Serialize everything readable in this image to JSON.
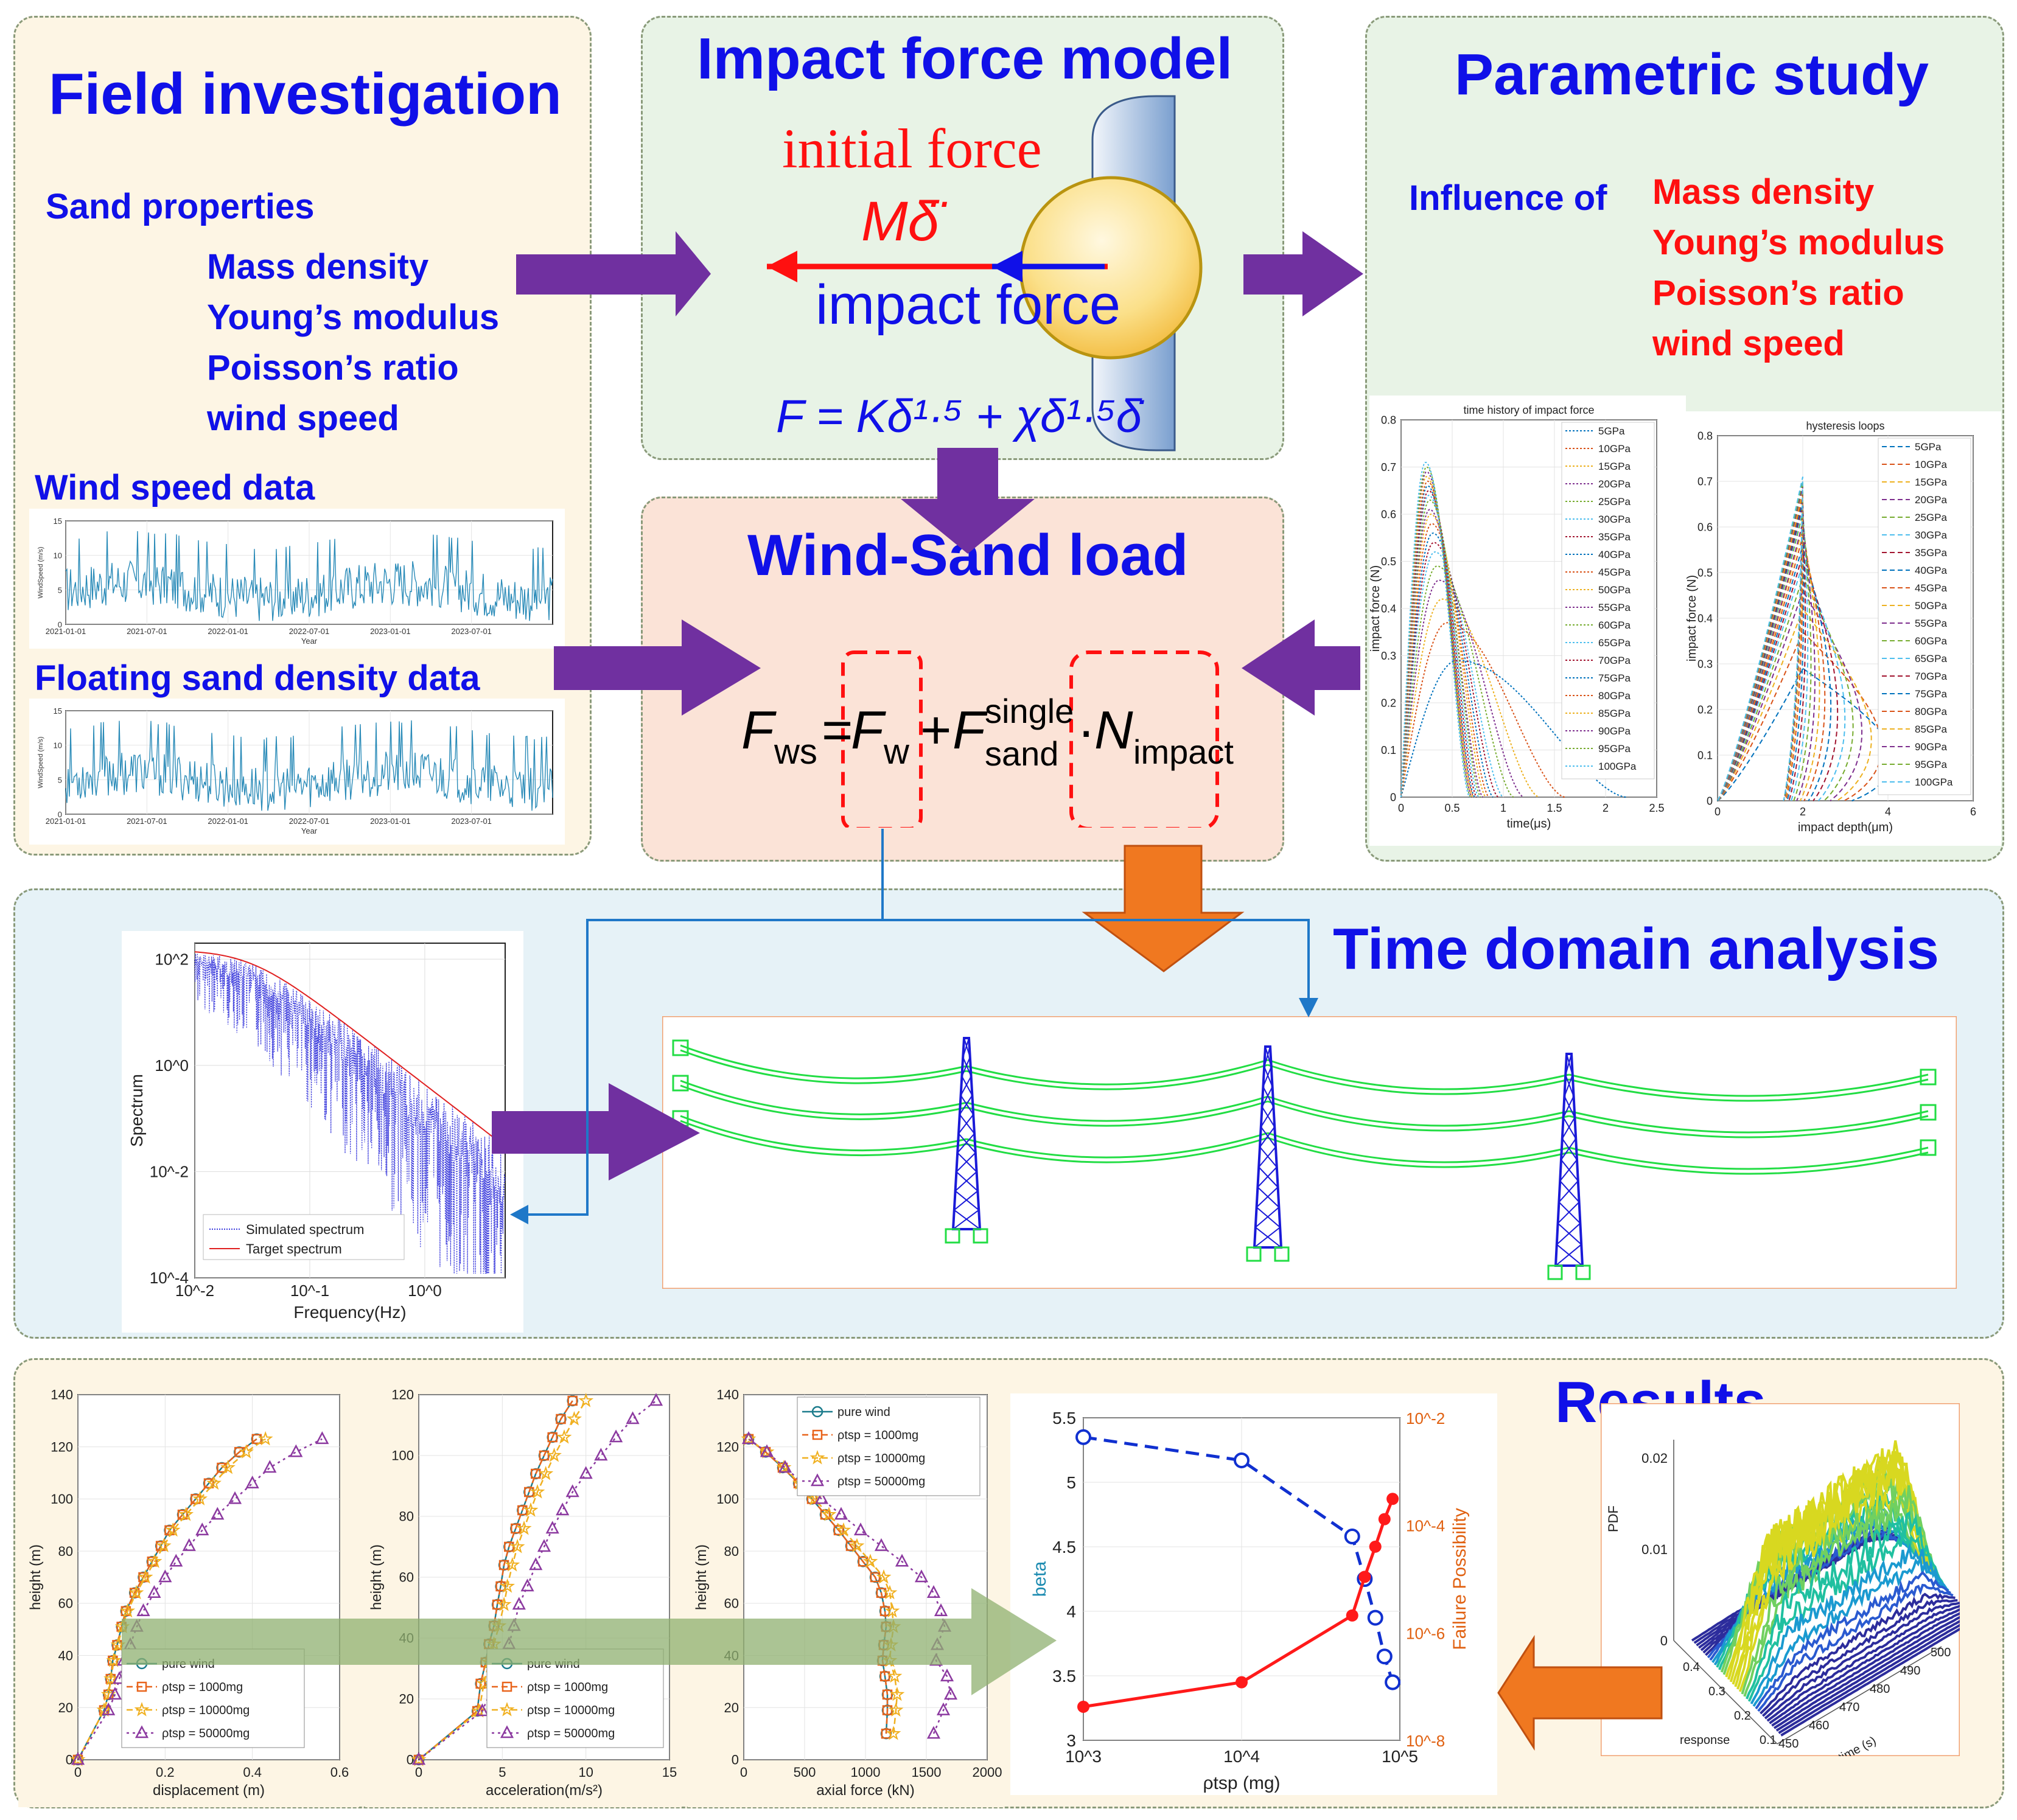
{
  "field": {
    "title": "Field investigation",
    "sand_heading": "Sand properties",
    "properties": [
      "Mass density",
      "Young’s modulus",
      "Poisson’s ratio",
      "wind speed"
    ],
    "wind_heading": "Wind speed data",
    "sand_heading2": "Floating sand density data",
    "mini_ylabel": "WindSpeed (m/s)",
    "mini_xlabel": "Year",
    "mini_yticks": [
      "15",
      "10",
      "5",
      "0"
    ],
    "mini_xticks": [
      "2021-01-01",
      "2021-07-01",
      "2022-01-01",
      "2022-07-01",
      "2023-01-01",
      "2023-07-01"
    ]
  },
  "impact": {
    "title": "Impact force model",
    "initial_force": "initial force",
    "m_delta": "Mδ̈",
    "impact_force": "impact force",
    "equation": "F = Kδ¹·⁵ + χδ¹·⁵δ̇"
  },
  "parametric": {
    "title": "Parametric study",
    "influence_of": "Influence of",
    "params": [
      "Mass density",
      "Young’s modulus",
      "Poisson’s ratio",
      "wind speed"
    ]
  },
  "windsand": {
    "title": "Wind-Sand load",
    "equation": "F_ws = F_w + F_sand^single · N_impact"
  },
  "timedomain": {
    "title": "Time domain analysis"
  },
  "results": {
    "title": "Results"
  },
  "colors": {
    "blue": "#1010e8",
    "red": "#ff1010",
    "purple": "#7030a0",
    "orange": "#f07820",
    "green_arrow": "#8fb070"
  },
  "chart_data": [
    {
      "id": "impact_history",
      "type": "line",
      "title": "time history of impact force",
      "xlabel": "time(μs)",
      "ylabel": "impact force (N)",
      "xlim": [
        0,
        2.5
      ],
      "ylim": [
        0,
        0.8
      ],
      "xticks": [
        "0",
        "0.5",
        "1",
        "1.5",
        "2",
        "2.5"
      ],
      "yticks": [
        "0",
        "0.1",
        "0.2",
        "0.3",
        "0.4",
        "0.5",
        "0.6",
        "0.7",
        "0.8"
      ],
      "legend": [
        "5GPa",
        "10GPa",
        "15GPa",
        "20GPa",
        "25GPa",
        "30GPa",
        "35GPa",
        "40GPa",
        "45GPa",
        "50GPa",
        "55GPa",
        "60GPa",
        "65GPa",
        "70GPa",
        "75GPa",
        "80GPa",
        "85GPa",
        "90GPa",
        "95GPa",
        "100GPa"
      ],
      "series": [
        {
          "name": "5GPa",
          "peak_time": 0.55,
          "peak": 0.29,
          "end": 2.2
        },
        {
          "name": "10GPa",
          "peak_time": 0.45,
          "peak": 0.37,
          "end": 1.6
        },
        {
          "name": "15GPa",
          "peak_time": 0.4,
          "peak": 0.42,
          "end": 1.35
        },
        {
          "name": "20GPa",
          "peak_time": 0.37,
          "peak": 0.46,
          "end": 1.2
        },
        {
          "name": "25GPa",
          "peak_time": 0.35,
          "peak": 0.49,
          "end": 1.1
        },
        {
          "name": "30GPa",
          "peak_time": 0.33,
          "peak": 0.52,
          "end": 1.0
        },
        {
          "name": "35GPa",
          "peak_time": 0.32,
          "peak": 0.54,
          "end": 0.95
        },
        {
          "name": "40GPa",
          "peak_time": 0.31,
          "peak": 0.56,
          "end": 0.9
        },
        {
          "name": "45GPa",
          "peak_time": 0.3,
          "peak": 0.58,
          "end": 0.86
        },
        {
          "name": "50GPa",
          "peak_time": 0.29,
          "peak": 0.6,
          "end": 0.83
        },
        {
          "name": "55GPa",
          "peak_time": 0.28,
          "peak": 0.61,
          "end": 0.8
        },
        {
          "name": "60GPa",
          "peak_time": 0.28,
          "peak": 0.63,
          "end": 0.78
        },
        {
          "name": "65GPa",
          "peak_time": 0.27,
          "peak": 0.64,
          "end": 0.76
        },
        {
          "name": "70GPa",
          "peak_time": 0.27,
          "peak": 0.65,
          "end": 0.74
        },
        {
          "name": "75GPa",
          "peak_time": 0.26,
          "peak": 0.66,
          "end": 0.72
        },
        {
          "name": "80GPa",
          "peak_time": 0.26,
          "peak": 0.67,
          "end": 0.71
        },
        {
          "name": "85GPa",
          "peak_time": 0.25,
          "peak": 0.68,
          "end": 0.7
        },
        {
          "name": "90GPa",
          "peak_time": 0.25,
          "peak": 0.69,
          "end": 0.69
        },
        {
          "name": "95GPa",
          "peak_time": 0.25,
          "peak": 0.7,
          "end": 0.68
        },
        {
          "name": "100GPa",
          "peak_time": 0.24,
          "peak": 0.71,
          "end": 0.67
        }
      ]
    },
    {
      "id": "hysteresis",
      "type": "line",
      "title": "hysteresis loops",
      "xlabel": "impact depth(μm)",
      "ylabel": "impact force (N)",
      "xlim": [
        0,
        6
      ],
      "ylim": [
        0,
        0.8
      ],
      "xticks": [
        "0",
        "2",
        "4",
        "6"
      ],
      "yticks": [
        "0",
        "0.1",
        "0.2",
        "0.3",
        "0.4",
        "0.5",
        "0.6",
        "0.7",
        "0.8"
      ],
      "legend": [
        "5GPa",
        "10GPa",
        "15GPa",
        "20GPa",
        "25GPa",
        "30GPa",
        "35GPa",
        "40GPa",
        "45GPa",
        "50GPa",
        "55GPa",
        "60GPa",
        "65GPa",
        "70GPa",
        "75GPa",
        "80GPa",
        "85GPa",
        "90GPa",
        "95GPa",
        "100GPa"
      ]
    },
    {
      "id": "spectrum",
      "type": "line",
      "xlabel": "Frequency(Hz)",
      "ylabel": "Spectrum",
      "xscale": "log",
      "yscale": "log",
      "xlim": [
        0.01,
        5
      ],
      "ylim": [
        0.0001,
        200
      ],
      "xticks": [
        "10^-2",
        "10^-1",
        "10^0"
      ],
      "yticks": [
        "10^2",
        "10^0",
        "10^-2",
        "10^-4"
      ],
      "legend": [
        "Simulated spectrum",
        "Target spectrum"
      ]
    },
    {
      "id": "displacement",
      "type": "line",
      "xlabel": "displacement (m)",
      "ylabel": "height (m)",
      "xlim": [
        0,
        0.6
      ],
      "ylim": [
        0,
        140
      ],
      "xticks": [
        "0",
        "0.2",
        "0.4",
        "0.6"
      ],
      "yticks": [
        "0",
        "20",
        "40",
        "60",
        "80",
        "100",
        "120",
        "140"
      ],
      "legend": [
        "pure wind",
        "ρtsp = 1000mg",
        "ρtsp = 10000mg",
        "ρtsp = 50000mg"
      ],
      "heights": [
        0,
        19,
        25,
        31,
        38,
        44,
        51,
        57,
        64,
        70,
        76,
        82,
        88,
        94,
        100,
        106,
        112,
        118,
        123
      ],
      "series": [
        {
          "name": "pure wind",
          "values": [
            0,
            0.06,
            0.07,
            0.075,
            0.08,
            0.09,
            0.1,
            0.11,
            0.13,
            0.15,
            0.17,
            0.19,
            0.21,
            0.24,
            0.27,
            0.3,
            0.33,
            0.37,
            0.41
          ]
        },
        {
          "name": "ρtsp = 1000mg",
          "values": [
            0,
            0.06,
            0.07,
            0.075,
            0.08,
            0.09,
            0.1,
            0.11,
            0.13,
            0.15,
            0.17,
            0.19,
            0.21,
            0.24,
            0.27,
            0.3,
            0.33,
            0.37,
            0.41
          ]
        },
        {
          "name": "ρtsp = 10000mg",
          "values": [
            0,
            0.06,
            0.07,
            0.076,
            0.082,
            0.092,
            0.102,
            0.114,
            0.134,
            0.155,
            0.176,
            0.197,
            0.218,
            0.248,
            0.28,
            0.312,
            0.344,
            0.386,
            0.43
          ]
        },
        {
          "name": "ρtsp = 50000mg",
          "values": [
            0,
            0.07,
            0.085,
            0.095,
            0.105,
            0.12,
            0.135,
            0.15,
            0.175,
            0.2,
            0.225,
            0.255,
            0.285,
            0.32,
            0.36,
            0.4,
            0.44,
            0.5,
            0.56
          ]
        }
      ]
    },
    {
      "id": "acceleration",
      "type": "line",
      "xlabel": "acceleration(m/s²)",
      "ylabel": "height (m)",
      "xlim": [
        0,
        15
      ],
      "ylim": [
        0,
        120
      ],
      "xticks": [
        "0",
        "5",
        "10",
        "15"
      ],
      "yticks": [
        "0",
        "20",
        "40",
        "60",
        "80",
        "100",
        "120"
      ],
      "legend": [
        "pure wind",
        "ρtsp = 1000mg",
        "ρtsp = 10000mg",
        "ρtsp = 50000mg"
      ],
      "heights": [
        0,
        16,
        25,
        32,
        38,
        44,
        51,
        57,
        64,
        70,
        76,
        82,
        88,
        94,
        100,
        106,
        112,
        118
      ],
      "series": [
        {
          "name": "pure wind",
          "values": [
            0,
            3.5,
            3.7,
            4.0,
            4.2,
            4.5,
            4.7,
            4.9,
            5.1,
            5.4,
            5.8,
            6.2,
            6.6,
            7.0,
            7.5,
            8.0,
            8.5,
            9.2
          ]
        },
        {
          "name": "ρtsp = 1000mg",
          "values": [
            0,
            3.5,
            3.7,
            4.0,
            4.2,
            4.5,
            4.7,
            4.9,
            5.1,
            5.4,
            5.8,
            6.2,
            6.6,
            7.0,
            7.5,
            8.0,
            8.5,
            9.2
          ]
        },
        {
          "name": "ρtsp = 10000mg",
          "values": [
            0,
            3.6,
            3.9,
            4.2,
            4.5,
            4.8,
            5.1,
            5.3,
            5.6,
            5.9,
            6.3,
            6.7,
            7.1,
            7.6,
            8.1,
            8.7,
            9.3,
            10.0
          ]
        },
        {
          "name": "ρtsp = 50000mg",
          "values": [
            0,
            3.8,
            4.5,
            5.0,
            5.4,
            5.7,
            6.0,
            6.5,
            7.0,
            7.5,
            8.0,
            8.6,
            9.2,
            10.0,
            10.9,
            11.8,
            12.8,
            14.2
          ]
        }
      ]
    },
    {
      "id": "axial",
      "type": "line",
      "xlabel": "axial force (kN)",
      "ylabel": "height (m)",
      "xlim": [
        0,
        2000
      ],
      "ylim": [
        0,
        140
      ],
      "xticks": [
        "0",
        "500",
        "1000",
        "1500",
        "2000"
      ],
      "yticks": [
        "0",
        "20",
        "40",
        "60",
        "80",
        "100",
        "120",
        "140"
      ],
      "legend": [
        "pure wind",
        "ρtsp = 1000mg",
        "ρtsp = 10000mg",
        "ρtsp = 50000mg"
      ],
      "heights": [
        10,
        19,
        25,
        32,
        38,
        44,
        51,
        57,
        64,
        70,
        76,
        82,
        88,
        94,
        100,
        106,
        112,
        118,
        123
      ],
      "series": [
        {
          "name": "pure wind",
          "values": [
            1170,
            1180,
            1180,
            1160,
            1140,
            1150,
            1170,
            1160,
            1130,
            1080,
            980,
            880,
            780,
            670,
            560,
            450,
            320,
            180,
            40
          ]
        },
        {
          "name": "ρtsp = 1000mg",
          "values": [
            1170,
            1180,
            1180,
            1160,
            1140,
            1150,
            1170,
            1160,
            1130,
            1080,
            980,
            880,
            780,
            670,
            560,
            450,
            320,
            180,
            40
          ]
        },
        {
          "name": "ρtsp = 10000mg",
          "values": [
            1230,
            1250,
            1260,
            1240,
            1200,
            1210,
            1230,
            1220,
            1200,
            1150,
            1040,
            930,
            820,
            700,
            580,
            460,
            330,
            190,
            40
          ]
        },
        {
          "name": "ρtsp = 50000mg",
          "values": [
            1560,
            1640,
            1700,
            1670,
            1580,
            1590,
            1650,
            1620,
            1560,
            1460,
            1300,
            1130,
            960,
            800,
            640,
            490,
            340,
            190,
            40
          ]
        }
      ]
    },
    {
      "id": "reliability",
      "type": "line",
      "xlabel": "ρtsp (mg)",
      "ylabel": "beta",
      "y2label": "Failure Possibility",
      "xscale": "log",
      "xlim": [
        1000,
        100000
      ],
      "ylim": [
        3,
        5.5
      ],
      "y2lim": [
        1e-08,
        0.01
      ],
      "xticks": [
        "10^3",
        "10^4",
        "10^5"
      ],
      "yticks": [
        "3",
        "3.5",
        "4",
        "4.5",
        "5",
        "5.5"
      ],
      "y2ticks": [
        "10^-8",
        "10^-6",
        "10^-4",
        "10^-2"
      ],
      "series": [
        {
          "name": "beta",
          "x": [
            1000,
            10000,
            50000,
            60000,
            70000,
            80000,
            90000
          ],
          "values": [
            5.35,
            5.17,
            4.58,
            4.25,
            3.95,
            3.65,
            3.45
          ]
        },
        {
          "name": "Failure Possibility",
          "x": [
            1000,
            10000,
            50000,
            60000,
            70000,
            80000,
            90000
          ],
          "values": [
            4.2e-08,
            1.2e-07,
            2.1e-06,
            1.1e-05,
            4e-05,
            0.00013,
            0.00031
          ]
        }
      ]
    },
    {
      "id": "pdf_surface",
      "type": "area",
      "xlabel": "time (s)",
      "ylabel": "response",
      "zlabel": "PDF",
      "xticks": [
        "450",
        "460",
        "470",
        "480",
        "490",
        "500"
      ],
      "yticks": [
        "0.1",
        "0.2",
        "0.3",
        "0.4"
      ],
      "zticks": [
        "0",
        "0.01",
        "0.02"
      ]
    }
  ]
}
